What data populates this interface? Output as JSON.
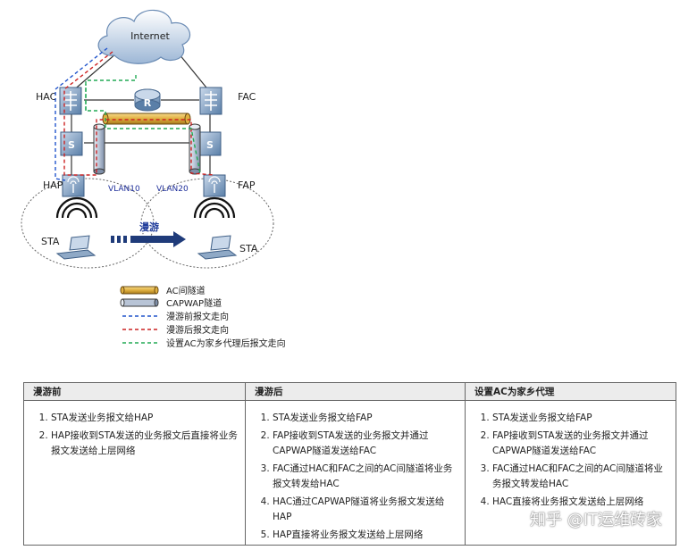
{
  "diagram": {
    "internet_label": "Internet",
    "router_label": "R",
    "hac_label": "HAC",
    "fac_label": "FAC",
    "switch_label": "S",
    "hap_label": "HAP",
    "fap_label": "FAP",
    "vlan_left": "VLAN10",
    "vlan_right": "VLAN20",
    "sta_left": "STA",
    "sta_right": "STA",
    "roam_label": "漫游",
    "colors": {
      "blue_path": "#2255cc",
      "red_path": "#cc2222",
      "green_path": "#22aa55",
      "ac_tunnel": "#e0b040",
      "capwap_tunnel": "#b8c4d6",
      "device_blue": "#5a7fa8"
    }
  },
  "legend": [
    {
      "key": "ac_tunnel",
      "label": "AC间隧道"
    },
    {
      "key": "capwap_tunnel",
      "label": "CAPWAP隧道"
    },
    {
      "key": "blue_path",
      "label": "漫游前报文走向"
    },
    {
      "key": "red_path",
      "label": "漫游后报文走向"
    },
    {
      "key": "green_path",
      "label": "设置AC为家乡代理后报文走向"
    }
  ],
  "table": {
    "columns": [
      "漫游前",
      "漫游后",
      "设置AC为家乡代理"
    ],
    "col1": [
      "STA发送业务报文给HAP",
      "HAP接收到STA发送的业务报文后直接将业务报文发送给上层网络"
    ],
    "col2": [
      "STA发送业务报文给FAP",
      "FAP接收到STA发送的业务报文并通过CAPWAP隧道发送给FAC",
      "FAC通过HAC和FAC之间的AC间隧道将业务报文转发给HAC",
      "HAC通过CAPWAP隧道将业务报文发送给HAP",
      "HAP直接将业务报文发送给上层网络"
    ],
    "col3": [
      "STA发送业务报文给FAP",
      "FAP接收到STA发送的业务报文并通过CAPWAP隧道发送给FAC",
      "FAC通过HAC和FAC之间的AC间隧道将业务报文转发给HAC",
      "HAC直接将业务报文发送给上层网络"
    ]
  },
  "watermark": "知乎 @IT运维砖家"
}
